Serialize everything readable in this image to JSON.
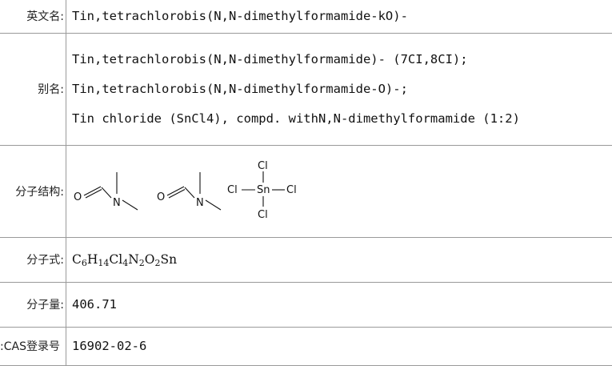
{
  "rows": {
    "en_name": {
      "label": "英文名:",
      "value": "Tin,tetrachlorobis(N,N-dimethylformamide-kO)-"
    },
    "alias": {
      "label": "别名:",
      "values": [
        "Tin,tetrachlorobis(N,N-dimethylformamide)- (7CI,8CI);",
        "Tin,tetrachlorobis(N,N-dimethylformamide-O)-;",
        "Tin chloride (SnCl4), compd. withN,N-dimethylformamide (1:2)"
      ]
    },
    "structure": {
      "label": "分子结构:",
      "atoms": {
        "o": "O",
        "n": "N",
        "cl": "Cl",
        "sn": "Sn"
      }
    },
    "formula": {
      "label": "分子式:",
      "parts": [
        "C",
        "6",
        "H",
        "14",
        "Cl",
        "4",
        "N",
        "2",
        "O",
        "2",
        "Sn"
      ]
    },
    "mw": {
      "label": "分子量:",
      "value": "406.71"
    },
    "cas": {
      "label": "CAS登录号:",
      "value": "16902-02-6"
    }
  }
}
